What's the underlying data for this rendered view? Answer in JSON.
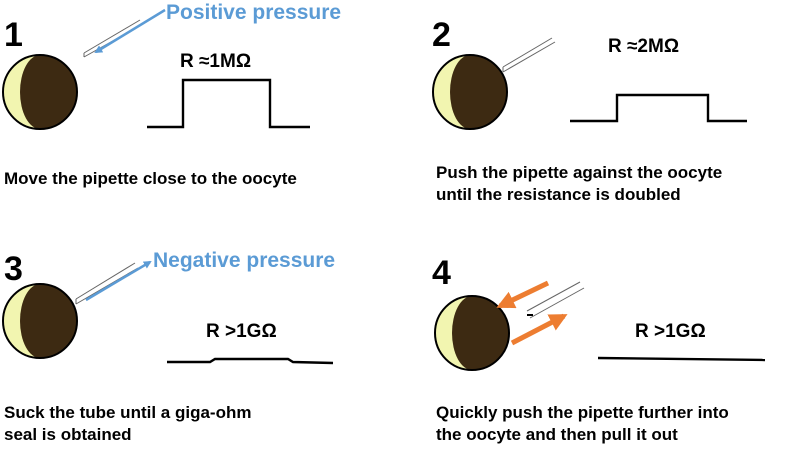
{
  "colors": {
    "pressure_label": "#5b9bd5",
    "pressure_arrow": "#5b9bd5",
    "suction_arrows": "#ed7d31",
    "oocyte_light": "#f2f5b0",
    "oocyte_dark": "#3d2a12"
  },
  "panels": [
    {
      "number": "1",
      "resistance": "R ≈1MΩ",
      "pressure_label": "Positive pressure",
      "caption": [
        "Move the pipette close to the oocyte"
      ]
    },
    {
      "number": "2",
      "resistance": "R ≈2MΩ",
      "caption": [
        "Push the pipette against the oocyte",
        "until the resistance is doubled"
      ]
    },
    {
      "number": "3",
      "resistance": "R >1GΩ",
      "pressure_label": "Negative pressure",
      "caption": [
        "Suck the tube until a giga-ohm",
        "seal is obtained"
      ]
    },
    {
      "number": "4",
      "resistance": "R >1GΩ",
      "caption": [
        "Quickly push the pipette further into",
        "the oocyte and then pull it out"
      ]
    }
  ]
}
